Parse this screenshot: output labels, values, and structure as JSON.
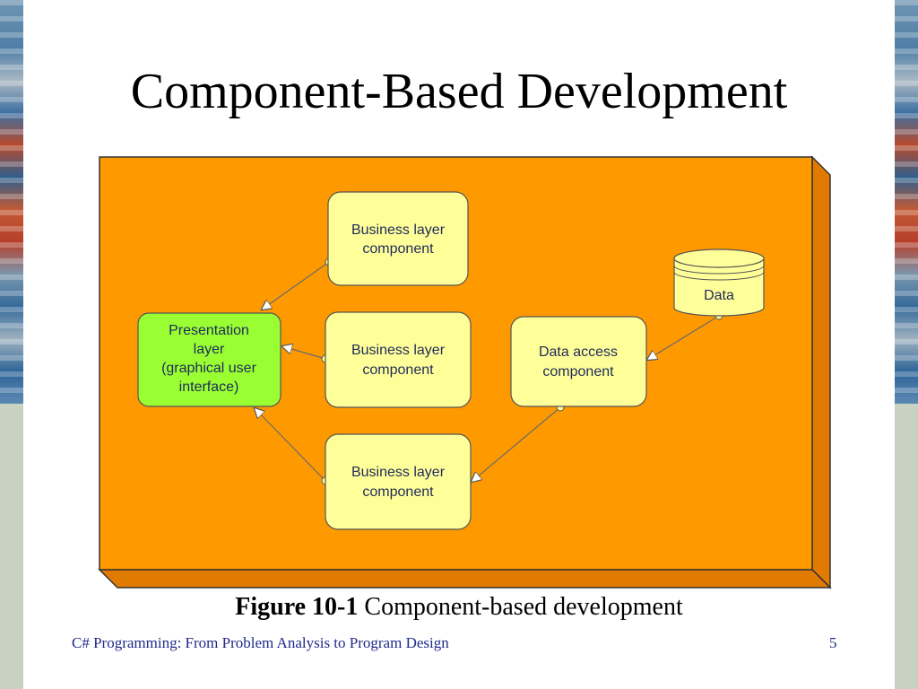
{
  "slide": {
    "title": "Component-Based Development",
    "footer": "C# Programming: From Problem Analysis to Program Design",
    "page_number": "5"
  },
  "caption": {
    "figure_number": "Figure 10-1",
    "text": "Component-based development"
  },
  "diagram": {
    "presentation": [
      "Presentation",
      "layer",
      "(graphical user",
      "interface)"
    ],
    "business_top": [
      "Business layer",
      "component"
    ],
    "business_middle": [
      "Business layer",
      "component"
    ],
    "business_bottom": [
      "Business layer",
      "component"
    ],
    "data_access": [
      "Data access",
      "component"
    ],
    "data_store": "Data"
  },
  "colors": {
    "background_box": "#ff9900",
    "component_fill": "#ffff99",
    "presentation_fill": "#99ff33",
    "text": "#1f2a5a",
    "footer_text": "#1f2a8a"
  }
}
